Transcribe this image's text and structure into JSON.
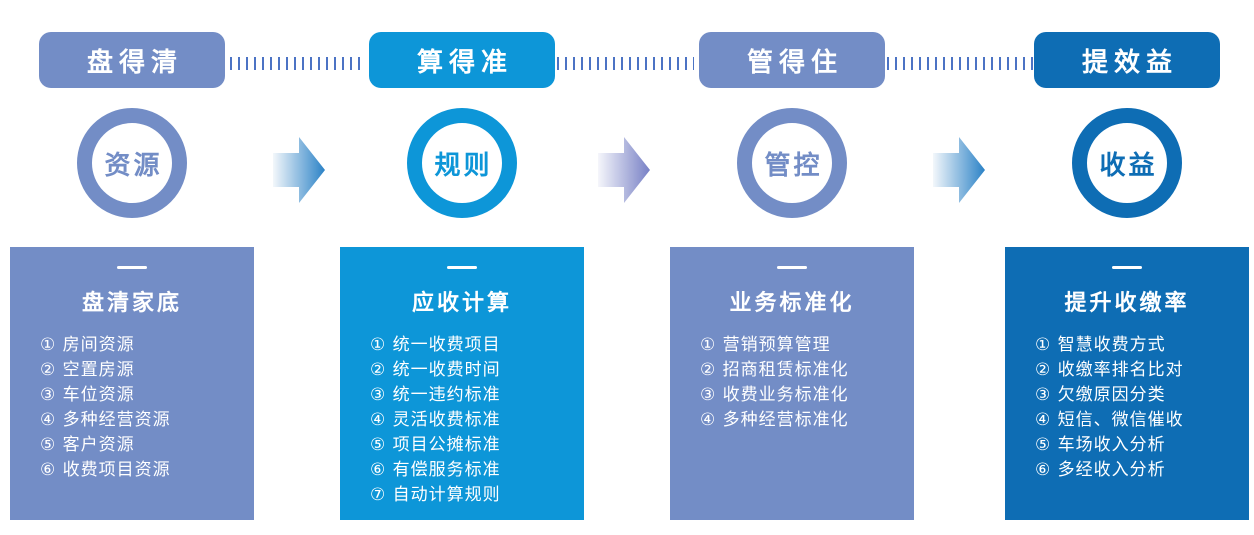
{
  "diagram": {
    "columns": [
      {
        "theme": "slate",
        "pill": "盘得清",
        "circle": "资源",
        "card_title": "盘清家底",
        "items": [
          "① 房间资源",
          "② 空置房源",
          "③ 车位资源",
          "④ 多种经营资源",
          "⑤ 客户资源",
          "⑥ 收费项目资源"
        ]
      },
      {
        "theme": "bright",
        "pill": "算得准",
        "circle": "规则",
        "card_title": "应收计算",
        "items": [
          "① 统一收费项目",
          "② 统一收费时间",
          "③ 统一违约标准",
          "④ 灵活收费标准",
          "⑤ 项目公摊标准",
          "⑥ 有偿服务标准",
          "⑦ 自动计算规则"
        ]
      },
      {
        "theme": "slate",
        "pill": "管得住",
        "circle": "管控",
        "card_title": "业务标准化",
        "items": [
          "① 营销预算管理",
          "② 招商租赁标准化",
          "③ 收费业务标准化",
          "④ 多种经营标准化"
        ]
      },
      {
        "theme": "dark",
        "pill": "提效益",
        "circle": "收益",
        "card_title": "提升收缴率",
        "items": [
          "① 智慧收费方式",
          "② 收缴率排名比对",
          "③ 欠缴原因分类",
          "④ 短信、微信催收",
          "⑤ 车场收入分析",
          "⑥ 多经收入分析"
        ]
      }
    ],
    "colors": {
      "slate": "#738DC6",
      "bright": "#0D96D8",
      "dark": "#0E6DB4",
      "connector_dash": "#4C73C4",
      "arrow_gradient_blue_end": "#2B82C6",
      "arrow_gradient_slate_end": "#7780C5",
      "arrow_gradient_start": "#F3F7FB",
      "background": "#FFFFFF",
      "text_on_fill": "#FFFFFF"
    }
  }
}
